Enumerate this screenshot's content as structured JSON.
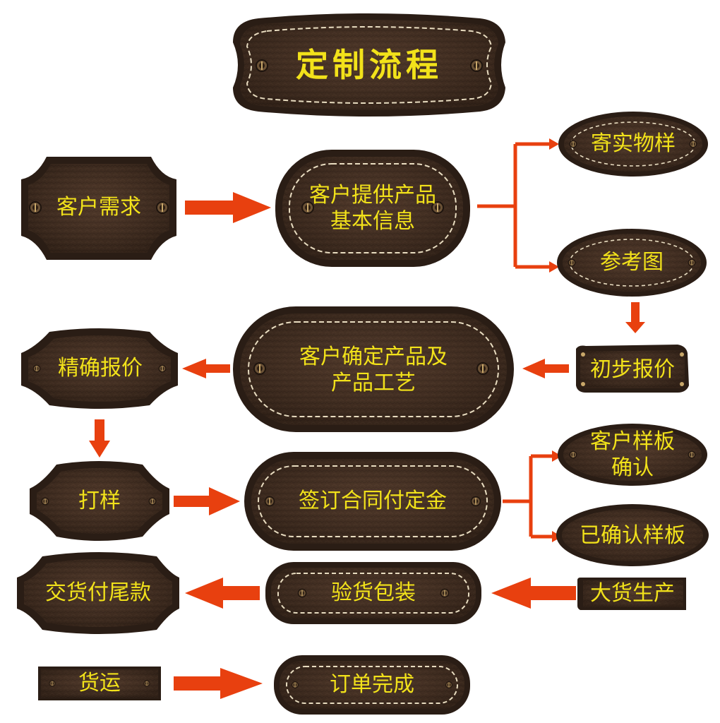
{
  "title": "定制流程",
  "nodes": {
    "customer_demand": "客户需求",
    "customer_info": "客户提供产品基本信息",
    "send_sample": "寄实物样",
    "reference_image": "参考图",
    "initial_quote": "初步报价",
    "confirm_product": "客户确定产品及产品工艺",
    "precise_quote": "精确报价",
    "sampling": "打样",
    "sign_contract": "签订合同付定金",
    "customer_sample_confirm": "客户样板确认",
    "confirmed_sample": "已确认样板",
    "mass_production": "大货生产",
    "inspection_packing": "验货包装",
    "delivery_final_payment": "交货付尾款",
    "shipping": "货运",
    "order_complete": "订单完成"
  },
  "colors": {
    "leather": "#4a3426",
    "leather_dark": "#33241a",
    "border": "#2a1d15",
    "stitch": "#e8dcc0",
    "text": "#f2e21a",
    "arrow": "#e8400f"
  }
}
